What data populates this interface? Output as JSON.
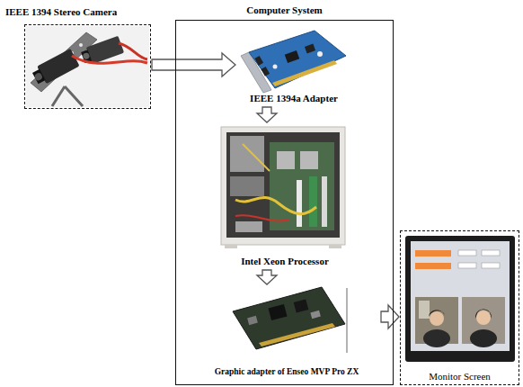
{
  "diagram": {
    "nodes": [
      {
        "text": [
          "IEEE 1394 Stereo Camera"
        ]
      },
      {
        "text": [
          "Computer System"
        ]
      },
      {
        "text": [
          "IEEE 1394a Adapter"
        ],
        "in": 1
      },
      {
        "text": [
          "Intel Xeon Processor"
        ],
        "in": 1
      },
      {
        "text": [
          "Graphic adapter of Enseo MVP Pro ZX"
        ],
        "in": 1
      },
      {
        "text": [
          "Monitor Screen"
        ]
      }
    ],
    "edges": [
      {
        "from": 0,
        "to": 2,
        "arrow": "to"
      },
      {
        "from": 2,
        "to": 3,
        "arrow": "to"
      },
      {
        "from": 3,
        "to": 4,
        "arrow": "to"
      },
      {
        "from": 4,
        "to": 5,
        "arrow": "to"
      }
    ]
  }
}
